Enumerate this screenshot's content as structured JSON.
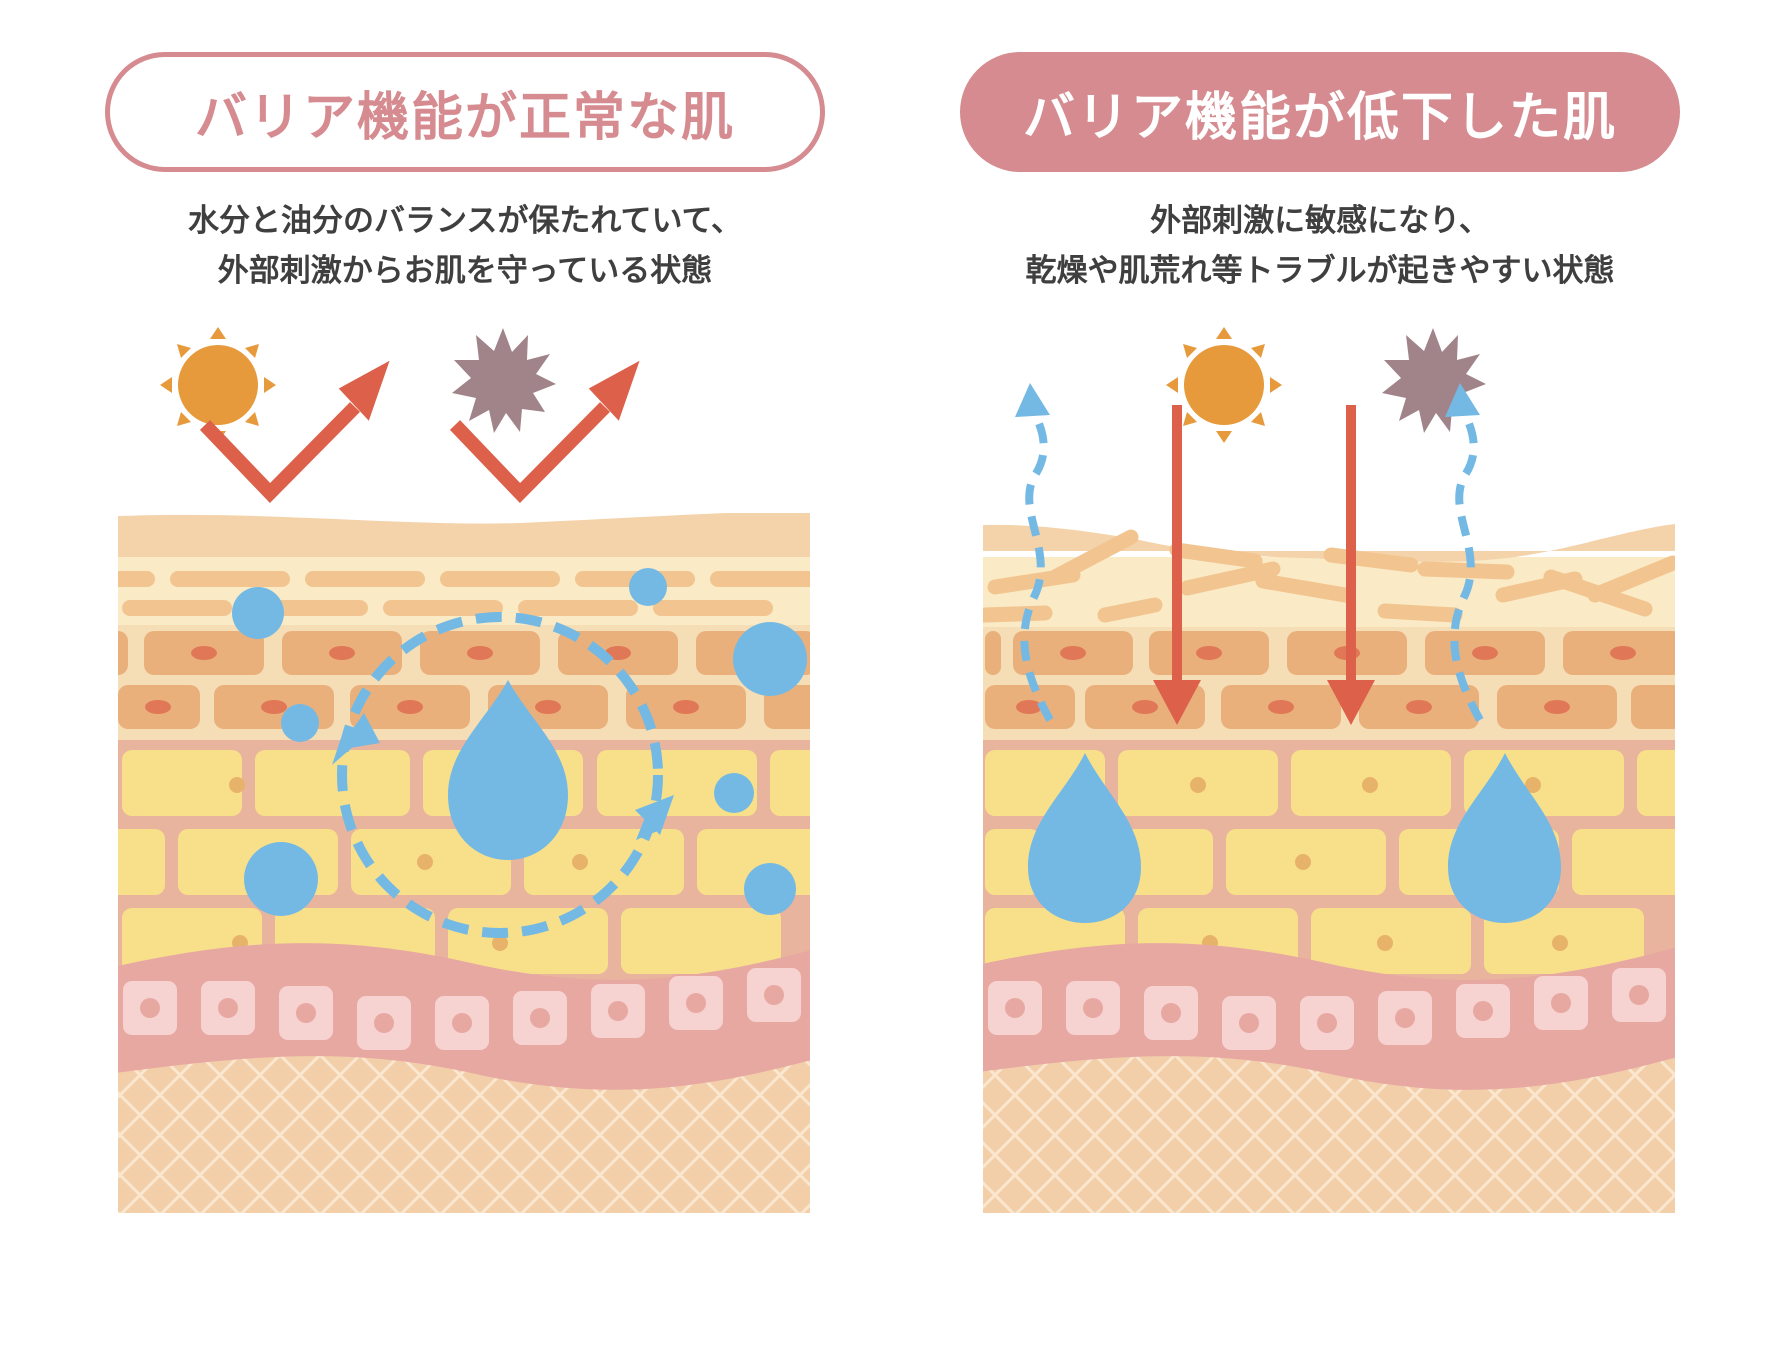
{
  "left_panel": {
    "title": "バリア機能が正常な肌",
    "description": [
      "水分と油分のバランスが保たれていて、",
      "外部刺激からお肌を守っている状態"
    ]
  },
  "right_panel": {
    "title": "バリア機能が低下した肌",
    "description": [
      "外部刺激に敏感になり、",
      "乾燥や肌荒れ等トラブルが起きやすい状態"
    ]
  },
  "icons": [
    "sun-icon",
    "irritant-icon",
    "water-drop-icon",
    "moisture-circulation-icon",
    "reflect-arrow-icon",
    "penetrate-arrow-icon",
    "evaporation-arrow-icon"
  ],
  "colors": {
    "title_pink": "#d58b8f",
    "sun_orange": "#e69a3c",
    "irritant_purple": "#a0848a",
    "arrow_red": "#dc604a",
    "water_blue": "#74b9e4",
    "skin_top": "#f4d2aa",
    "cell_orange": "#eab07b",
    "cell_yellow": "#f8e08a",
    "basal_pink": "#e8a8a2",
    "dermis": "#f2cfa9"
  }
}
